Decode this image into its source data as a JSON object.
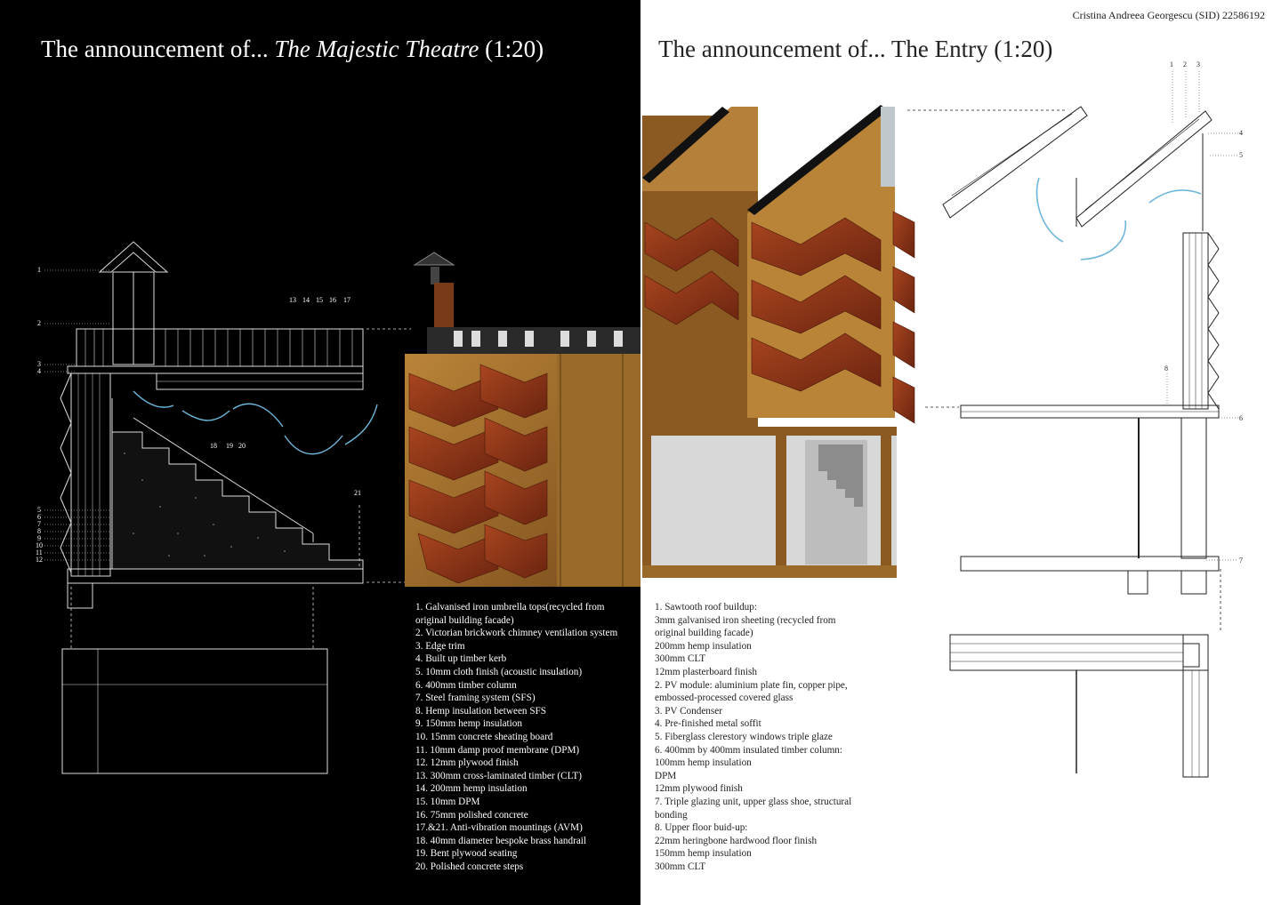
{
  "author": "Cristina Andreea Georgescu (SID) 22586192",
  "left": {
    "title_prefix": "The announcement of... ",
    "title_emphasis": "The Majestic Theatre",
    "title_suffix": " (1:20)",
    "section_labels": [
      "1",
      "2",
      "3",
      "4",
      "5",
      "6",
      "7",
      "8",
      "9",
      "10",
      "11",
      "12"
    ],
    "top_labels": [
      "13",
      "14",
      "15",
      "16",
      "17"
    ],
    "stair_labels": [
      "18",
      "19",
      "20"
    ],
    "right_label": "21",
    "legend": [
      "1. Galvanised iron umbrella tops(recycled from original building facade)",
      "2. Victorian brickwork chimney ventilation system",
      "3. Edge trim",
      "4. Built up timber kerb",
      "5. 10mm cloth finish (acoustic insulation)",
      "6. 400mm timber column",
      "7. Steel framing system (SFS)",
      "8. Hemp insulation between SFS",
      "9. 150mm hemp insulation",
      "10. 15mm concrete sheating board",
      "11. 10mm damp proof membrane (DPM)",
      "12. 12mm plywood finish",
      "13. 300mm cross-laminated timber (CLT)",
      "14. 200mm hemp insulation",
      "15. 10mm DPM",
      "16. 75mm polished concrete",
      "17.&21. Anti-vibration mountings (AVM)",
      "18. 40mm diameter bespoke brass handrail",
      "19. Bent plywood seating",
      "20. Polished concrete steps"
    ]
  },
  "right": {
    "title_prefix": "The announcement of... ",
    "title_emphasis": "The Entry",
    "title_suffix": " (1:20)",
    "top_labels": [
      "1",
      "2",
      "3"
    ],
    "side_labels": [
      "4",
      "5",
      "6",
      "7",
      "8"
    ],
    "legend": [
      "1. Sawtooth roof buildup:",
      "3mm galvanised iron sheeting (recycled from original building facade)",
      "200mm hemp insulation",
      "300mm CLT",
      "12mm plasterboard finish",
      "2. PV module: aluminium plate fin, copper pipe, embossed-processed covered glass",
      "3. PV Condenser",
      "4. Pre-finished metal soffit",
      "5. Fiberglass clerestory windows triple glaze",
      "6. 400mm by 400mm insulated timber column:",
      "100mm hemp insulation",
      "DPM",
      "12mm plywood finish",
      "7. Triple glazing unit, upper glass shoe, structural bonding",
      "8. Upper floor buid-up:",
      "22mm heringbone hardwood floor finish",
      "150mm hemp insulation",
      "300mm CLT"
    ]
  },
  "colors": {
    "left_bg": "#000000",
    "right_bg": "#ffffff",
    "timber": "#8a5a22",
    "timber_light": "#b98438",
    "rust": "#8c3418",
    "airflow": "#6fb6da"
  }
}
